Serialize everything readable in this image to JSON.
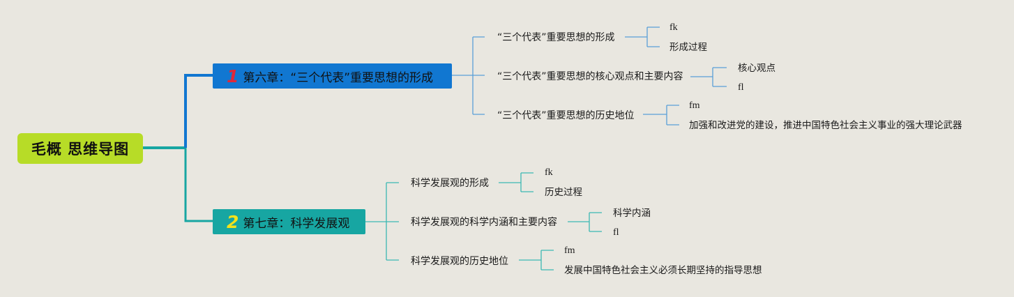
{
  "root": {
    "label": "毛概 思维导图"
  },
  "chapters": [
    {
      "num": "1",
      "label": "第六章：“三个代表”重要思想的形成",
      "branches": [
        {
          "label": "“三个代表”重要思想的形成",
          "children": [
            "fk",
            "形成过程"
          ]
        },
        {
          "label": "“三个代表”重要思想的核心观点和主要内容",
          "children": [
            "核心观点",
            "fl"
          ]
        },
        {
          "label": "“三个代表”重要思想的历史地位",
          "children": [
            "fm",
            "加强和改进党的建设，推进中国特色社会主义事业的强大理论武器"
          ]
        }
      ]
    },
    {
      "num": "2",
      "label": "第七章：科学发展观",
      "branches": [
        {
          "label": "科学发展观的形成",
          "children": [
            "fk",
            "历史过程"
          ]
        },
        {
          "label": "科学发展观的科学内涵和主要内容",
          "children": [
            "科学内涵",
            "fl"
          ]
        },
        {
          "label": "科学发展观的历史地位",
          "children": [
            "fm",
            "发展中国特色社会主义必须长期坚持的指导思想"
          ]
        }
      ]
    }
  ],
  "colors": {
    "background": "#e9e7e0",
    "root": "#b7dc27",
    "chapter1": "#1177d1",
    "chapter2": "#17a6a2",
    "num1": "#e0283a",
    "num2": "#f3e21a",
    "line1": "#5a9fd8",
    "line2": "#3bb8b2"
  }
}
